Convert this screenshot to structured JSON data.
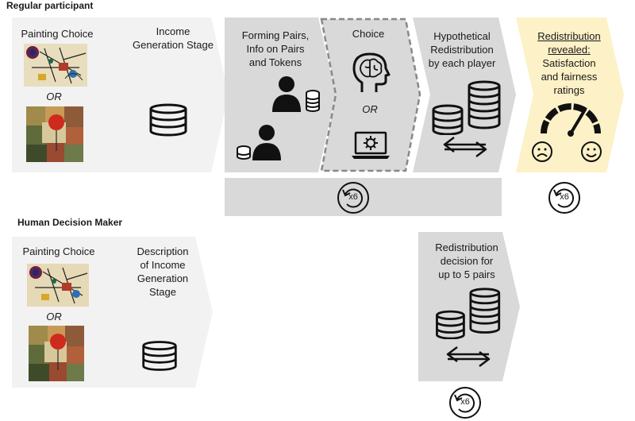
{
  "sections": {
    "regular": "Regular participant",
    "hdm": "Human Decision Maker"
  },
  "regular": {
    "painting_choice": "Painting Choice",
    "or1": "OR",
    "income_line1": "Income",
    "income_line2": "Generation Stage",
    "pairs_line1": "Forming Pairs,",
    "pairs_line2": "Info on Pairs",
    "pairs_line3": "and Tokens",
    "choice": "Choice",
    "or2": "OR",
    "hyp_line1": "Hypothetical",
    "hyp_line2": "Redistribution",
    "hyp_line3": "by each player",
    "redis_line1": "Redistribution",
    "redis_line2": "revealed:",
    "redis_line3": "Satisfaction",
    "redis_line4": "and fairness",
    "redis_line5": "ratings",
    "repeat_label": "x6",
    "repeat_label_right": "x6"
  },
  "hdm": {
    "painting_choice": "Painting Choice",
    "or1": "OR",
    "desc_line1": "Description",
    "desc_line2": "of Income",
    "desc_line3": "Generation",
    "desc_line4": "Stage",
    "decision_line1": "Redistribution",
    "decision_line2": "decision for",
    "decision_line3": "up to 5 pairs",
    "repeat_label": "x6"
  },
  "colors": {
    "chevron_light": "#f2f2f2",
    "chevron_mid": "#d9d9d9",
    "chevron_highlight": "#fdf1c7",
    "dash_border": "#888888",
    "icon": "#111111"
  }
}
